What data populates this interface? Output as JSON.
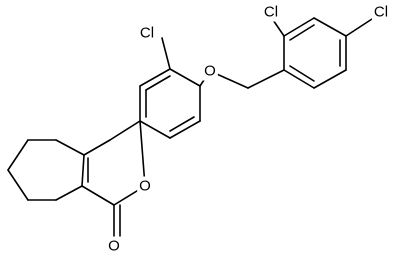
{
  "molecule": {
    "atoms": {
      "cl_left": "Cl",
      "cl_ortho": "Cl",
      "cl_para": "Cl",
      "ether_o": "O",
      "ring_o": "O",
      "carbonyl_o": "O"
    }
  }
}
